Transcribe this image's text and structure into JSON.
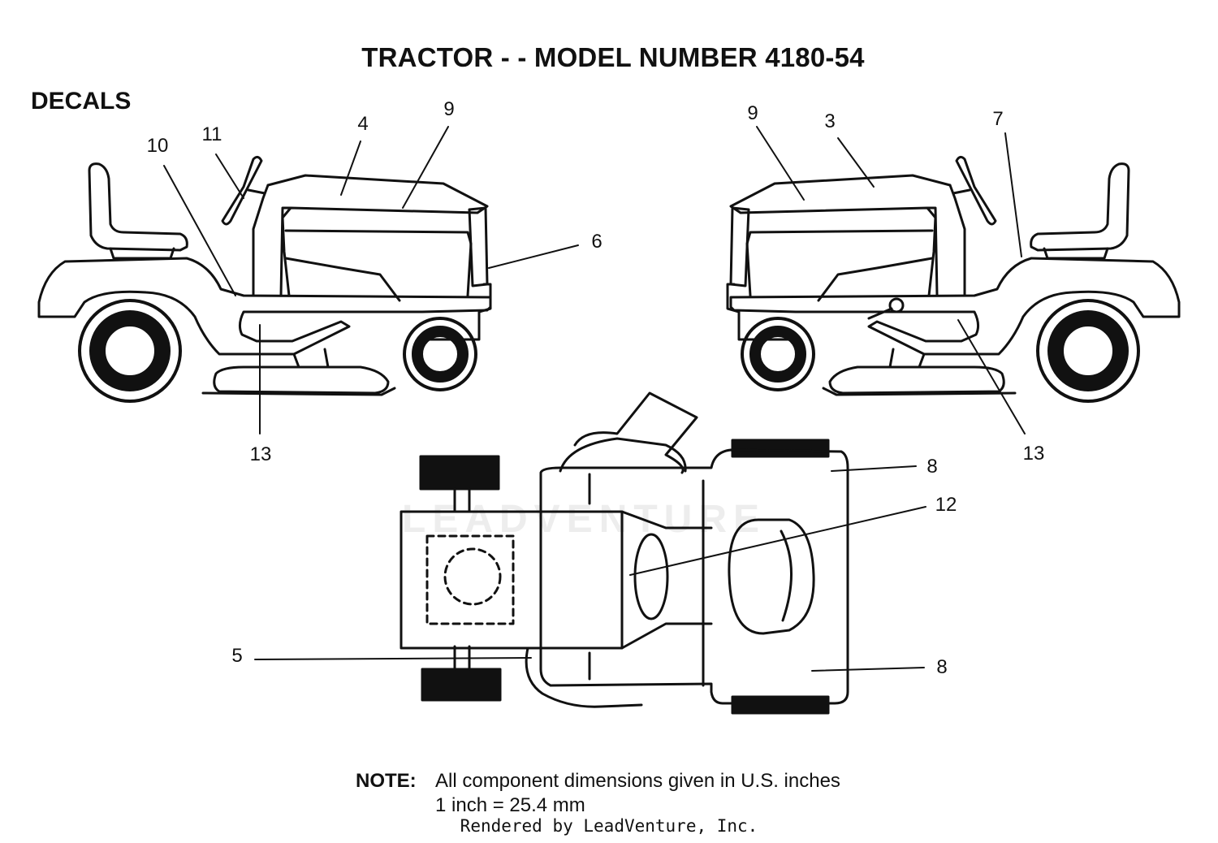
{
  "title": "TRACTOR - - MODEL NUMBER 4180-54",
  "section_label": "DECALS",
  "callouts": {
    "left_10": "10",
    "left_11": "11",
    "left_4": "4",
    "left_9": "9",
    "left_6": "6",
    "left_13": "13",
    "right_9": "9",
    "right_3": "3",
    "right_7": "7",
    "right_13": "13",
    "top_8a": "8",
    "top_12": "12",
    "top_5": "5",
    "top_8b": "8"
  },
  "note": {
    "label": "NOTE:",
    "line1": "All component dimensions given in U.S. inches",
    "line2": "1 inch = 25.4 mm"
  },
  "credit": "Rendered by LeadVenture, Inc.",
  "watermark": "LEADVENTURE"
}
